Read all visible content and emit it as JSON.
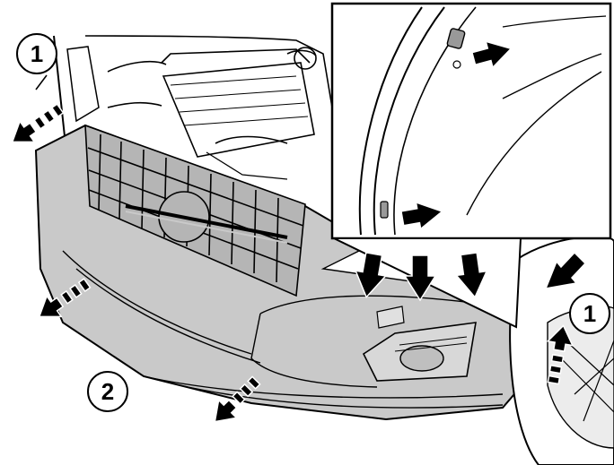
{
  "figure": {
    "callouts": [
      {
        "id": "callout-1-left",
        "label": "1"
      },
      {
        "id": "callout-1-right",
        "label": "1"
      },
      {
        "id": "callout-2",
        "label": "2"
      }
    ],
    "colors": {
      "bumper_fill": "#c9c9c9",
      "line": "#000000",
      "background": "#ffffff"
    }
  }
}
